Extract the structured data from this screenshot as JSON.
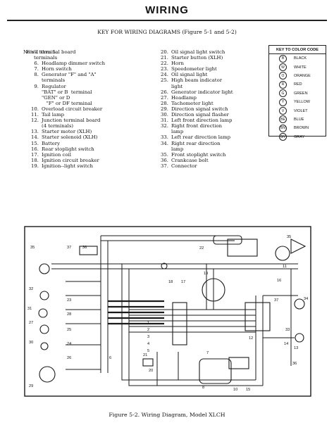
{
  "header": {
    "title": "WIRING",
    "subtitle": "KEY FOR WIRING DIAGRAMS (Figure 5-1 and 5-2)"
  },
  "key_left": [
    {
      "num": "No's 1 thru 5.",
      "text": "Fork terminal board\n     terminals"
    },
    {
      "num": "6.",
      "text": "Headlamp dimmer switch"
    },
    {
      "num": "7.",
      "text": "Horn switch"
    },
    {
      "num": "8.",
      "text": "Generator \"F\" and \"A\"\nterminals"
    },
    {
      "num": "9.",
      "text": "Regulator\n\"BAT\" or B  terminal\n\"GEN\" or D\n   \"F\" or DF terminal"
    },
    {
      "num": "10.",
      "text": "Overload circuit breaker"
    },
    {
      "num": "11.",
      "text": "Tail lamp"
    },
    {
      "num": "12.",
      "text": "Junction terminal board\n(4 terminals)"
    },
    {
      "num": "13.",
      "text": "Starter motor (XLH)"
    },
    {
      "num": "14.",
      "text": "Starter solenoid (XLH)"
    },
    {
      "num": "15.",
      "text": "Battery"
    },
    {
      "num": "16.",
      "text": "Rear stoplight switch"
    },
    {
      "num": "17.",
      "text": "Ignition coil"
    },
    {
      "num": "18.",
      "text": "Ignition circuit breaker"
    },
    {
      "num": "19.",
      "text": "Ignition--light switch"
    }
  ],
  "key_right": [
    {
      "num": "20.",
      "text": "Oil signal light switch"
    },
    {
      "num": "21.",
      "text": "Starter button (XLH)"
    },
    {
      "num": "22.",
      "text": "Horn"
    },
    {
      "num": "23.",
      "text": "Speedometer light"
    },
    {
      "num": "24.",
      "text": "Oil signal light"
    },
    {
      "num": "25.",
      "text": "High beam indicator\nlight"
    },
    {
      "num": "26.",
      "text": "Generator indicator light"
    },
    {
      "num": "27.",
      "text": "Headlamp"
    },
    {
      "num": "28.",
      "text": "Tachometer light"
    },
    {
      "num": "29.",
      "text": "Direction signal switch"
    },
    {
      "num": "30.",
      "text": "Direction signal flasher"
    },
    {
      "num": "31.",
      "text": "Left front direction lamp"
    },
    {
      "num": "32.",
      "text": "Right front direction\nlamp"
    },
    {
      "num": "33.",
      "text": "Left rear direction lamp"
    },
    {
      "num": "34.",
      "text": "Right rear direction\nlamp"
    },
    {
      "num": "35.",
      "text": "Front stoplight switch"
    },
    {
      "num": "36.",
      "text": "Crankcase bolt"
    },
    {
      "num": "37.",
      "text": "Connector"
    }
  ],
  "color_key": {
    "title": "KEY TO COLOR CODE",
    "items": [
      {
        "code": "B",
        "name": "BLACK"
      },
      {
        "code": "W",
        "name": "WHITE"
      },
      {
        "code": "O",
        "name": "ORANGE"
      },
      {
        "code": "R",
        "name": "RED"
      },
      {
        "code": "G",
        "name": "GREEN"
      },
      {
        "code": "Y",
        "name": "YELLOW"
      },
      {
        "code": "V",
        "name": "VIOLET"
      },
      {
        "code": "BE",
        "name": "BLUE"
      },
      {
        "code": "BN",
        "name": "BROWN"
      },
      {
        "code": "GY",
        "name": "GRAY"
      }
    ]
  },
  "diagram_labels": {
    "l1": "1",
    "l2": "2",
    "l3": "3",
    "l4": "4",
    "l5": "5",
    "l6": "6",
    "l7": "7",
    "l8": "8",
    "l10": "10",
    "l11": "11",
    "l12": "12",
    "l13": "13",
    "l14": "14",
    "l15": "15",
    "l16": "16",
    "l17": "17",
    "l18": "18",
    "l19": "19",
    "l20": "20",
    "l21": "21",
    "l22": "22",
    "l23": "23",
    "l24": "24",
    "l25": "25",
    "l26": "26",
    "l27": "27",
    "l28": "28",
    "l29": "29",
    "l30": "30",
    "l31": "31",
    "l32": "32",
    "l33": "33",
    "l34": "34",
    "l35": "35",
    "l36": "36",
    "l37a": "37",
    "l37b": "37"
  },
  "caption": "Figure 5-2.  Wiring Diagram, Model XLCH"
}
